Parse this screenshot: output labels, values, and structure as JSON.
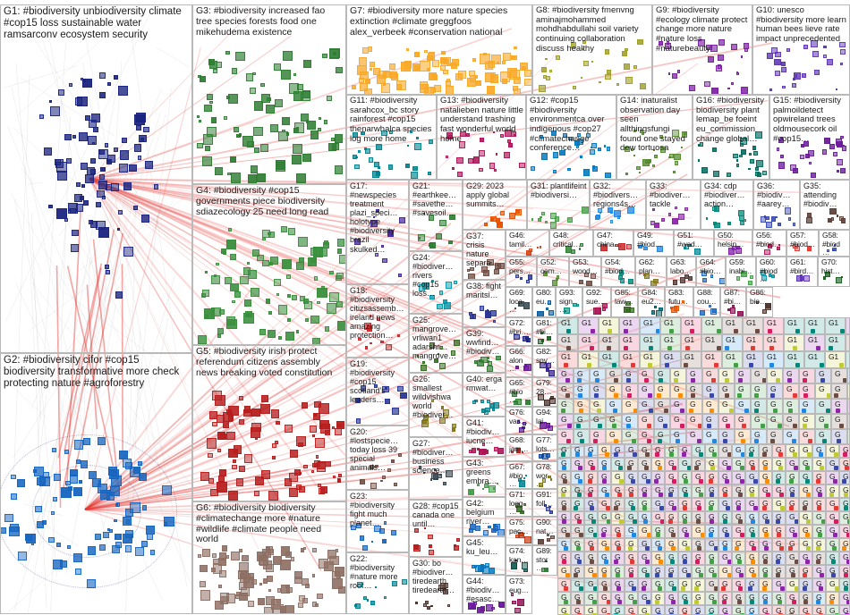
{
  "groups": [
    {
      "id": "G1",
      "text": "G1: #biodiversity unbiodiversity climate #cop15 loss sustainable water ramsarconv ecosystem security",
      "size": "big",
      "color": "#1a237e"
    },
    {
      "id": "G2",
      "text": "G2: #biodiversity cifor #cop15 biodiversity transformative more check protecting nature #agroforestry",
      "size": "big",
      "color": "#1565c0"
    },
    {
      "id": "G3",
      "text": "G3: #biodiversity increased fao tree species forests food one mikehudema existence",
      "size": "mid",
      "color": "#2e7d32"
    },
    {
      "id": "G4",
      "text": "G4: #biodiversity #cop15 governments piece biodiversity sdiazecology 25 need long read",
      "size": "mid",
      "color": "#388e3c"
    },
    {
      "id": "G5",
      "text": "G5: #biodiversity irish protect referendum citizens assembly news breaking voted constitution",
      "size": "mid",
      "color": "#b71c1c"
    },
    {
      "id": "G6",
      "text": "G6: #biodiversity biodiversity #climatechange more #nature #wildlife #climate people need world",
      "size": "mid",
      "color": "#8d6e63"
    },
    {
      "id": "G7",
      "text": "G7: #biodiversity more nature species extinction #climate greggfoos alex_verbeek #conservation national",
      "size": "mid",
      "color": "#f9a825"
    },
    {
      "id": "G8",
      "text": "G8: #biodiversity fmenvng aminajmohammed mohdhabdullahi soil variety continuing collaboration discuss healthy",
      "size": "sml",
      "color": "#9e9d24"
    },
    {
      "id": "G9",
      "text": "G9: #biodiversity #ecology climate protect change more nature #nature loss #naturebeauty",
      "size": "sml",
      "color": "#7b1fa2"
    },
    {
      "id": "G10",
      "text": "G10: unesco #biodiversity more learn human bees lieve rate impact unprecedented",
      "size": "sml",
      "color": "#5e35b1"
    },
    {
      "id": "G11",
      "text": "G11: #biodiversity sarahcox_bc story rainforest #cop15 thenarwhalca species log more home",
      "size": "sml",
      "color": "#00838f"
    },
    {
      "id": "G12",
      "text": "G12: #cop15 #biodiversity environmentca over indigenous #cop27 #climatechange conference…",
      "size": "sml",
      "color": "#0277bd"
    },
    {
      "id": "G13",
      "text": "G13: #biodiversity natalieben nature little understand trashing fast wonderful world home",
      "size": "sml",
      "color": "#ad1457"
    },
    {
      "id": "G14",
      "text": "G14: inaturalist observation day seen allthingsfungi found one stayed dew tortuosa",
      "size": "sml",
      "color": "#558b2f"
    },
    {
      "id": "G15",
      "text": "G15: #biodiversity palmoildetect opwireland trees oldmousecork oil #cop15…",
      "size": "sml",
      "color": "#6a1b9a"
    },
    {
      "id": "G16",
      "text": "G16: #biodiversity biodiversity plant lemap_be foeint eu_commission change global…",
      "size": "sml",
      "color": "#00695c"
    },
    {
      "id": "G17",
      "text": "G17: #newspecies treatment plazi_speci… holotype #biodiversity brazil skulked…",
      "size": "tiny",
      "color": "#4527a0"
    },
    {
      "id": "G18",
      "text": "G18: #biodiversity citizsassemb… ireland news amazing protection…",
      "size": "tiny",
      "color": "#c62828"
    },
    {
      "id": "G19",
      "text": "G19: #biodiversity #cop15 scotland's leaders…",
      "size": "tiny",
      "color": "#283593"
    },
    {
      "id": "G20",
      "text": "G20: #lostspecie… today loss 39 special animals…",
      "size": "tiny",
      "color": "#6d4c41"
    },
    {
      "id": "G21",
      "text": "G21: #earthkee… #savethe… #savesoil…",
      "size": "tiny",
      "color": "#2e7d32"
    },
    {
      "id": "G22",
      "text": "G22: #biodiversity #nature more roof…",
      "size": "tiny",
      "color": "#00838f"
    },
    {
      "id": "G23",
      "text": "G23: #biodiversity fight much planet…",
      "size": "tiny",
      "color": "#1565c0"
    },
    {
      "id": "G24",
      "text": "G24: #biodiver… rivers #cop15 loss…",
      "size": "tiny",
      "color": "#0097a7"
    },
    {
      "id": "G25",
      "text": "G25: mangrove… vrliwari1 adarshr… mangrove…",
      "size": "tiny",
      "color": "#33691e"
    },
    {
      "id": "G26",
      "text": "G26: smallest wildvishwa world #biodiver…",
      "size": "tiny",
      "color": "#827717"
    },
    {
      "id": "G27",
      "text": "G27: #biodiver… business science…",
      "size": "tiny",
      "color": "#37474f"
    },
    {
      "id": "G28",
      "text": "G28: #cop15 canada one until…",
      "size": "tiny",
      "color": "#b71c1c"
    },
    {
      "id": "G29",
      "text": "G29: 2023 apply global summits…",
      "size": "tiny",
      "color": "#e65100"
    },
    {
      "id": "G30",
      "text": "G30: bo #biodiver… tiredearth tiredearth…",
      "size": "tiny",
      "color": "#4e342e"
    },
    {
      "id": "G31",
      "text": "G31: plantlifeint #biodiversi…",
      "size": "tiny",
      "color": "#43a047"
    },
    {
      "id": "G32",
      "text": "G32: #biodivers… regions4s…",
      "size": "tiny",
      "color": "#1e88e5"
    },
    {
      "id": "G33",
      "text": "G33: #biodiver… tackle",
      "size": "tiny",
      "color": "#8e24aa"
    },
    {
      "id": "G34",
      "text": "G34: cdp #biodiver… action…",
      "size": "tiny",
      "color": "#00897b"
    },
    {
      "id": "G35",
      "text": "G35: attending #biodiv…",
      "size": "tiny",
      "color": "#5d4037"
    },
    {
      "id": "G36",
      "text": "G36: #biodiv… #aarey…",
      "size": "tiny",
      "color": "#3949ab"
    },
    {
      "id": "G37",
      "text": "G37: crisis nature separa…",
      "size": "tiny",
      "color": "#6d4c41"
    },
    {
      "id": "G38",
      "text": "G38: fight maritsi…",
      "size": "tiny",
      "color": "#283593"
    },
    {
      "id": "G39",
      "text": "G39: wwfind… #biodiv…",
      "size": "tiny",
      "color": "#2e7d32"
    },
    {
      "id": "G40",
      "text": "G40: erga rmwat…",
      "size": "tiny",
      "color": "#00838f"
    },
    {
      "id": "G41",
      "text": "G41: #biodiv… iucne…",
      "size": "tiny",
      "color": "#ad1457"
    },
    {
      "id": "G42",
      "text": "G42: belgium river…",
      "size": "tiny",
      "color": "#1565c0"
    },
    {
      "id": "G43",
      "text": "G43: greens embra…",
      "size": "tiny",
      "color": "#43a047"
    },
    {
      "id": "G44",
      "text": "G44: #biodiv… #esasc…",
      "size": "tiny",
      "color": "#6a1b9a"
    },
    {
      "id": "G45",
      "text": "G45: ku_leu…",
      "size": "tiny",
      "color": "#0277bd"
    },
    {
      "id": "G46",
      "text": "G46: tamil…",
      "size": "mini",
      "color": "#d84315"
    },
    {
      "id": "G47",
      "text": "G47: china…",
      "size": "mini",
      "color": "#c62828"
    },
    {
      "id": "G48",
      "text": "G48: critical…",
      "size": "mini",
      "color": "#2e7d32"
    },
    {
      "id": "G49",
      "text": "G49: #biod…",
      "size": "mini",
      "color": "#1e88e5"
    },
    {
      "id": "G50",
      "text": "G50: helsin…",
      "size": "mini",
      "color": "#7b1fa2"
    },
    {
      "id": "G51",
      "text": "G51: #wad…",
      "size": "mini",
      "color": "#00838f"
    },
    {
      "id": "G52",
      "text": "G52: com…",
      "size": "mini",
      "color": "#558b2f"
    },
    {
      "id": "G53",
      "text": "G53: wood…",
      "size": "mini",
      "color": "#6d4c41"
    },
    {
      "id": "G54",
      "text": "G54: #biod…",
      "size": "mini",
      "color": "#00897b"
    },
    {
      "id": "G55",
      "text": "G55: pers…",
      "size": "mini",
      "color": "#283593"
    },
    {
      "id": "G56",
      "text": "G56: #biod…",
      "size": "mini",
      "color": "#ad1457"
    },
    {
      "id": "G57",
      "text": "G57: #biod…",
      "size": "mini",
      "color": "#e53935"
    },
    {
      "id": "G58",
      "text": "G58: #biod…",
      "size": "mini",
      "color": "#3949ab"
    },
    {
      "id": "G59",
      "text": "G59: inabi…",
      "size": "mini",
      "color": "#43a047"
    },
    {
      "id": "G60",
      "text": "G60: #biod…",
      "size": "mini",
      "color": "#0097a7"
    },
    {
      "id": "G61",
      "text": "G61: #bird…",
      "size": "mini",
      "color": "#5e35b1"
    },
    {
      "id": "G62",
      "text": "G62: plan…",
      "size": "mini",
      "color": "#827717"
    },
    {
      "id": "G63",
      "text": "G63: labo…",
      "size": "mini",
      "color": "#4e342e"
    },
    {
      "id": "G64",
      "text": "G64: #bio…",
      "size": "mini",
      "color": "#1565c0"
    },
    {
      "id": "G65",
      "text": "G65: #bio…",
      "size": "mini",
      "color": "#2e7d32"
    },
    {
      "id": "G66",
      "text": "G66: alon…",
      "size": "mini",
      "color": "#6a1b9a"
    },
    {
      "id": "G67",
      "text": "G67: #bio…",
      "size": "mini",
      "color": "#00838f"
    },
    {
      "id": "G68",
      "text": "G68: jam…",
      "size": "mini",
      "color": "#b71c1c"
    },
    {
      "id": "G69",
      "text": "G69: loca…",
      "size": "mini",
      "color": "#37474f"
    },
    {
      "id": "G70",
      "text": "G70: hist…",
      "size": "mini",
      "color": "#1b5e20"
    },
    {
      "id": "G71",
      "text": "G71: logg…",
      "size": "mini",
      "color": "#33691e"
    },
    {
      "id": "G72",
      "text": "G72: #bri…",
      "size": "mini",
      "color": "#1a237e"
    },
    {
      "id": "G73",
      "text": "G73: eug…",
      "size": "mini",
      "color": "#880e4f"
    },
    {
      "id": "G74",
      "text": "G74: kan…",
      "size": "mini",
      "color": "#004d40"
    },
    {
      "id": "G75",
      "text": "G75: pac…",
      "size": "mini",
      "color": "#bf360c"
    },
    {
      "id": "G76",
      "text": "G76: vas…",
      "size": "mini",
      "color": "#4a148c"
    },
    {
      "id": "G77",
      "text": "G77: lots…",
      "size": "mini",
      "color": "#0d47a1"
    },
    {
      "id": "G78",
      "text": "G78: wor…",
      "size": "mini",
      "color": "#827717"
    },
    {
      "id": "G79",
      "text": "G79: 28…",
      "size": "mini",
      "color": "#3e2723"
    },
    {
      "id": "G80",
      "text": "G80: eu…",
      "size": "mini",
      "color": "#01579b"
    },
    {
      "id": "G81",
      "text": "G81: #bi…",
      "size": "mini",
      "color": "#1b5e20"
    },
    {
      "id": "G82",
      "text": "G82: spy…",
      "size": "mini",
      "color": "#311b92"
    },
    {
      "id": "G83",
      "text": "G83: futu…",
      "size": "mini",
      "color": "#e65100"
    },
    {
      "id": "G84",
      "text": "G84: eu2…",
      "size": "mini",
      "color": "#006064"
    },
    {
      "id": "G85",
      "text": "G85: law…",
      "size": "mini",
      "color": "#33691e"
    },
    {
      "id": "G86",
      "text": "G86: bio…",
      "size": "mini",
      "color": "#4e342e"
    },
    {
      "id": "G87",
      "text": "G87: #bi…",
      "size": "mini",
      "color": "#880e4f"
    },
    {
      "id": "G88",
      "text": "G88: cou…",
      "size": "mini",
      "color": "#1565c0"
    },
    {
      "id": "G89",
      "text": "G89: stor…",
      "size": "mini",
      "color": "#2e7d32"
    },
    {
      "id": "G90",
      "text": "G90: nat…",
      "size": "mini",
      "color": "#5d4037"
    },
    {
      "id": "G91",
      "text": "G91: foll…",
      "size": "mini",
      "color": "#283593"
    },
    {
      "id": "G92",
      "text": "G92: sue…",
      "size": "mini",
      "color": "#ad1457"
    },
    {
      "id": "G93",
      "text": "G93: sign…",
      "size": "mini",
      "color": "#00897b"
    },
    {
      "id": "G94",
      "text": "G94: lai…",
      "size": "mini",
      "color": "#6a1b9a"
    }
  ],
  "small_cell_label": "G1…",
  "small_cell_label_short": "G…",
  "edge_color": "#e53935",
  "light_edge_color": "#9e9e9e"
}
